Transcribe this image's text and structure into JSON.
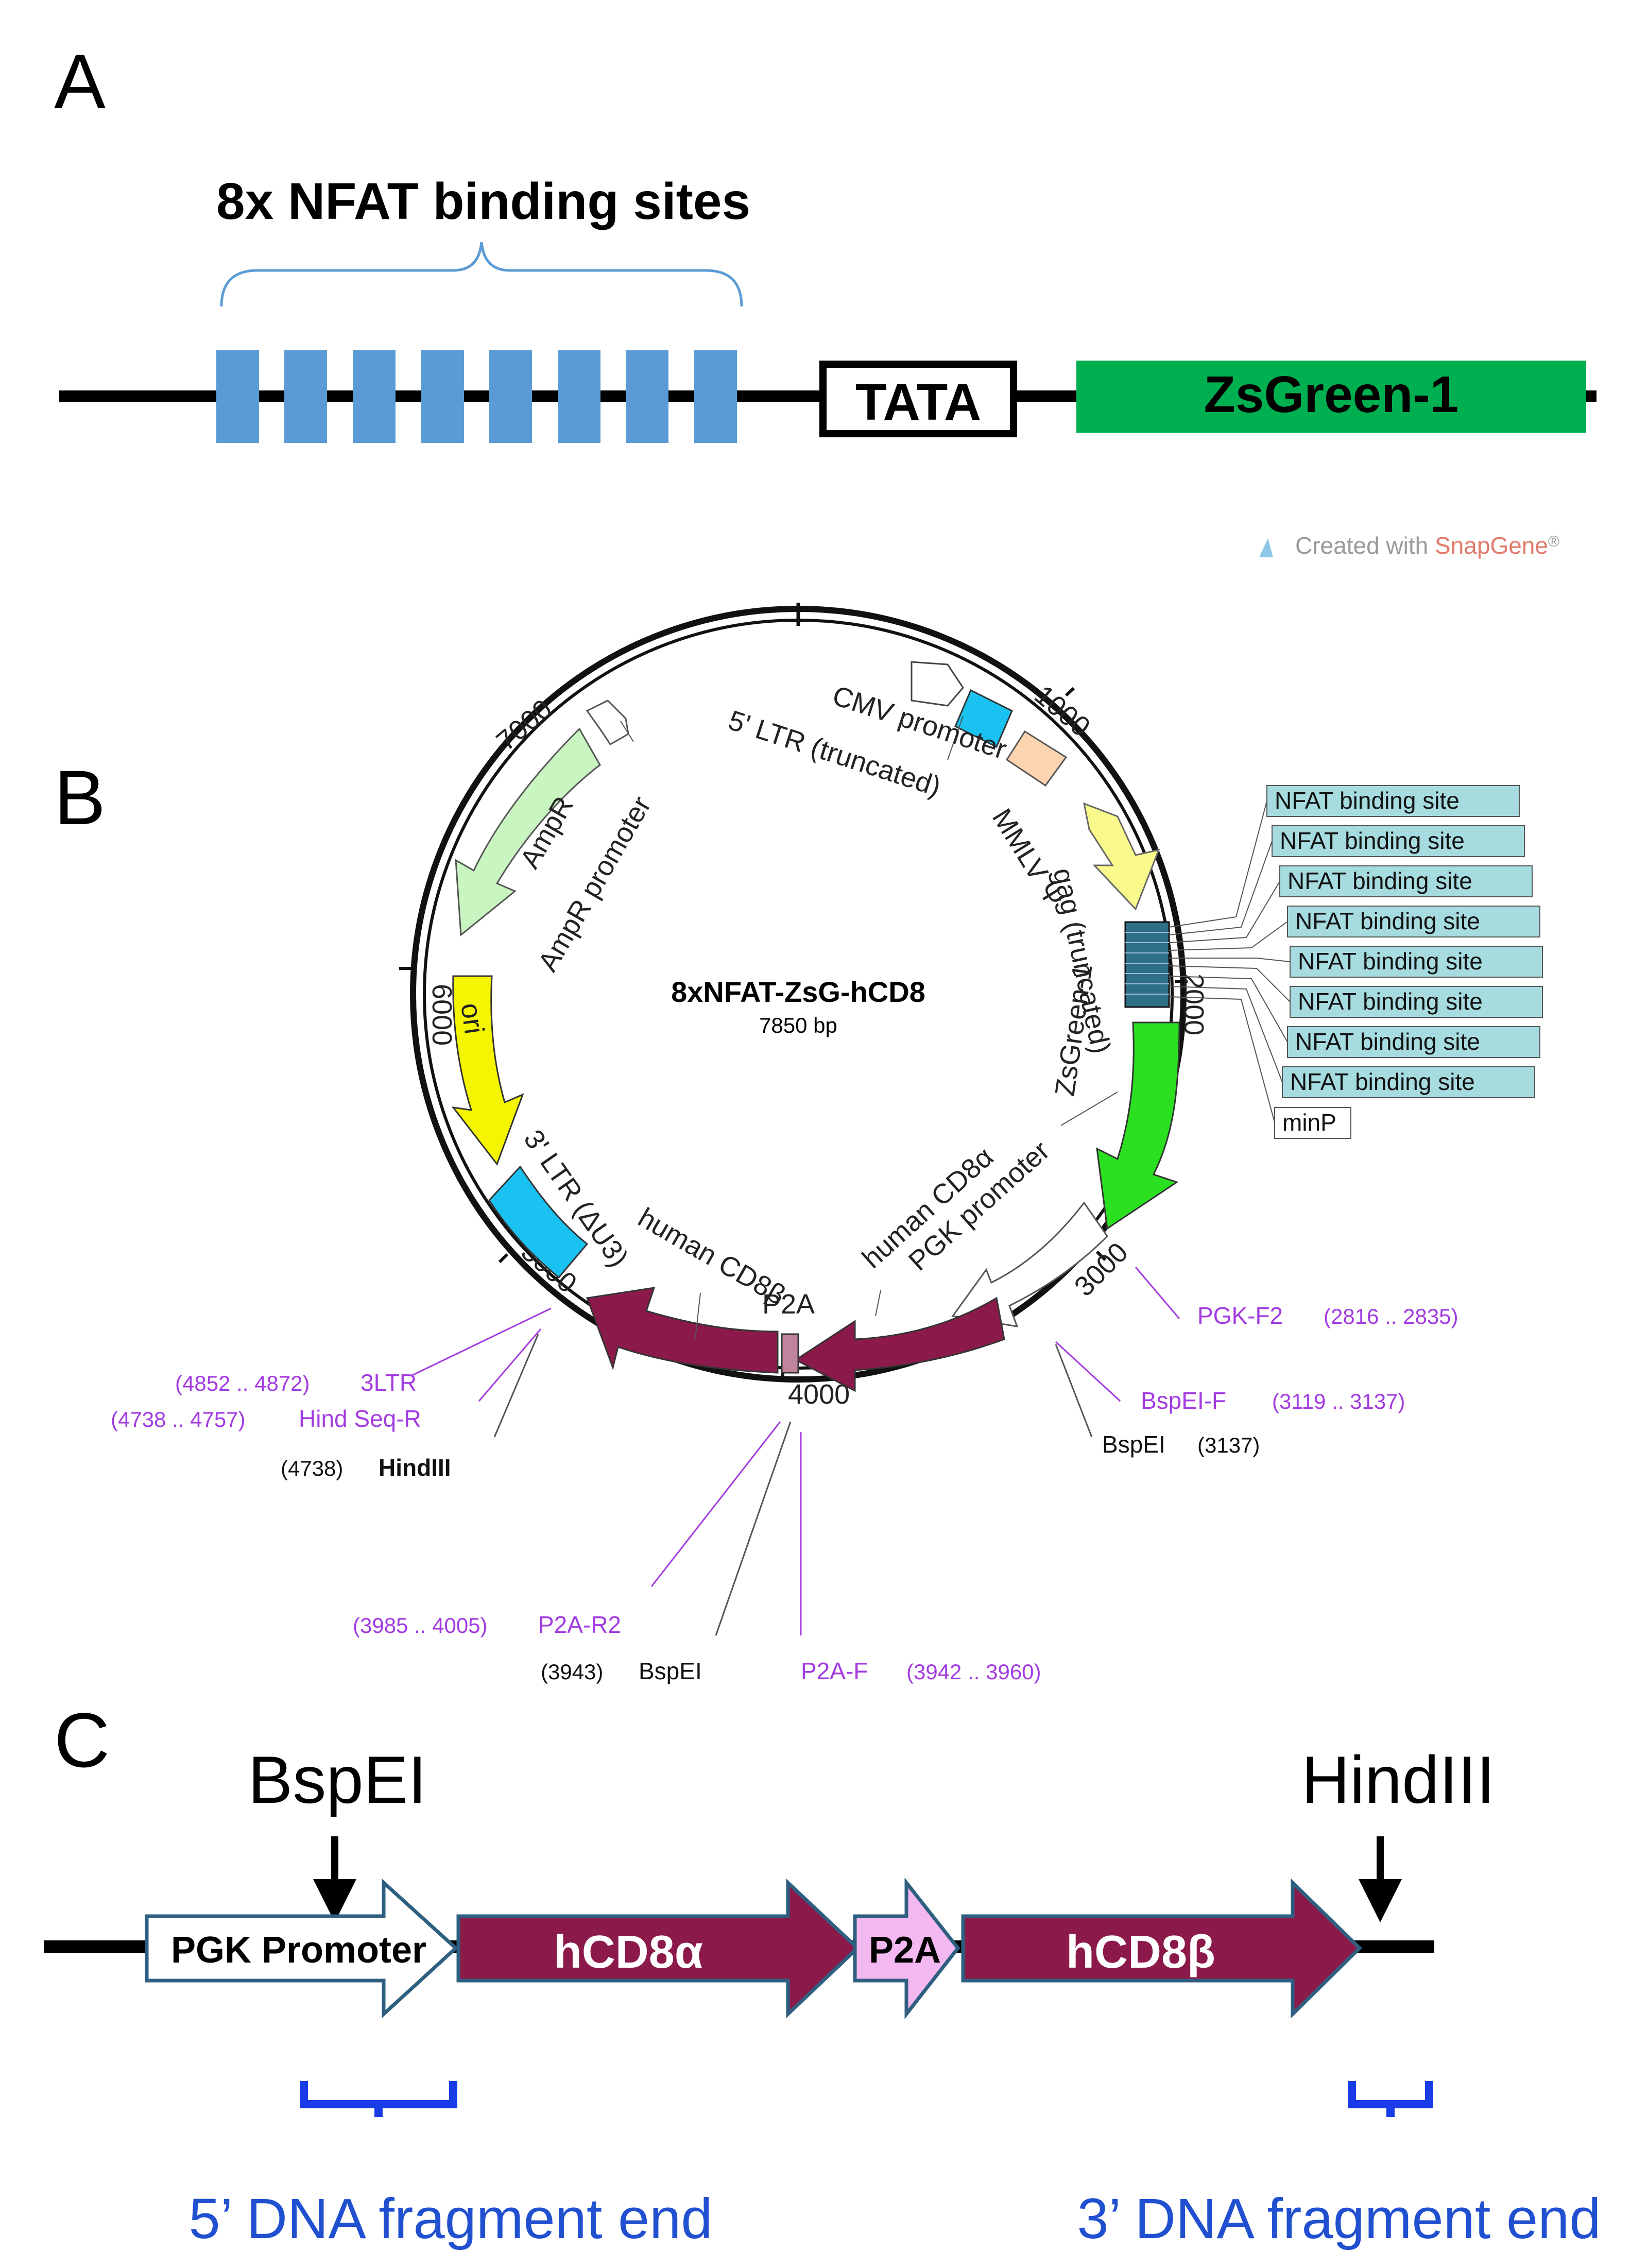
{
  "panels": {
    "a": "A",
    "b": "B",
    "c": "C"
  },
  "panel_a": {
    "title": "8x NFAT binding sites",
    "tata": "TATA",
    "zsgreen": "ZsGreen-1"
  },
  "snapgene": {
    "prefix": "Created with ",
    "brand": "SnapGene",
    "mark": "®"
  },
  "plasmid": {
    "name": "8xNFAT-ZsG-hCD8",
    "size": "7850 bp",
    "ticks": [
      "1000",
      "2000",
      "3000",
      "4000",
      "5000",
      "6000",
      "7000"
    ],
    "features": {
      "cmv": "CMV promoter",
      "ltr5": "5' LTR (truncated)",
      "mmlv": "MMLV Ψ",
      "gag": "gag (truncated)",
      "zsgreen": "ZsGreen-1",
      "cd8a": "human CD8α",
      "pgk": "PGK promoter",
      "cd8b": "human CD8β",
      "p2a": "P2A",
      "ltr3": "3' LTR (ΔU3)",
      "ori": "ori",
      "ampr": "AmpR",
      "ampr_promoter": "AmpR promoter"
    },
    "nfat_sites": [
      "NFAT binding site",
      "NFAT binding site",
      "NFAT binding site",
      "NFAT binding site",
      "NFAT binding site",
      "NFAT binding site",
      "NFAT binding site",
      "NFAT binding site"
    ],
    "minp": "minP",
    "annotations": {
      "pgk_f2": {
        "name": "PGK-F2",
        "coord": "(2816 .. 2835)"
      },
      "bspei_f": {
        "name": "BspEI-F",
        "coord": "(3119 .. 3137)"
      },
      "bspei_3137": {
        "name": "BspEI",
        "coord": "(3137)"
      },
      "ltr3_primer": {
        "name": "3LTR",
        "coord": "(4852 .. 4872)"
      },
      "hind_seq_r": {
        "name": "Hind Seq-R",
        "coord": "(4738 .. 4757)"
      },
      "hindiii": {
        "name": "HindIII",
        "coord": "(4738)"
      },
      "p2a_r2": {
        "name": "P2A-R2",
        "coord": "(3985 .. 4005)"
      },
      "bspei_3943": {
        "name": "BspEI",
        "coord": "(3943)"
      },
      "p2a_f": {
        "name": "P2A-F",
        "coord": "(3942 .. 3960)"
      }
    }
  },
  "panel_c": {
    "bspei": "BspEI",
    "hindiii": "HindIII",
    "pgk": "PGK Promoter",
    "hcd8a": "hCD8α",
    "p2a": "P2A",
    "hcd8b": "hCD8β",
    "end5": "5’ DNA fragment end",
    "end3": "3’ DNA fragment end"
  },
  "colors": {
    "nfat_blue": "#5b9bd5",
    "zsgreen": "#00b050",
    "cd8_maroon": "#8b1a4a",
    "p2a_pink": "#f4b8f0",
    "primer_purple": "#a23be0",
    "bracket_blue": "#1a3ce6",
    "fragment_text": "#2050d0"
  }
}
